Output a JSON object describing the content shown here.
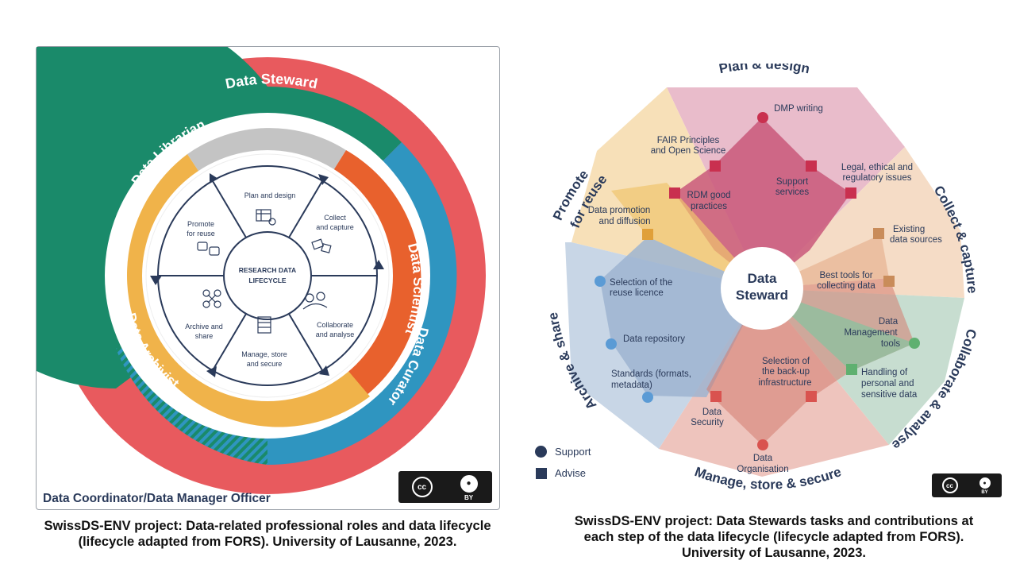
{
  "left": {
    "roles": {
      "steward": "Data Steward",
      "librarian": "Data Librarian",
      "scientist": "Data Scientist",
      "curator": "Data Curator",
      "archivist": "Data Archivist"
    },
    "center": [
      "RESEARCH DATA",
      "LIFECYCLE"
    ],
    "steps": {
      "plan": [
        "Plan and design"
      ],
      "collect": [
        "Collect",
        "and capture"
      ],
      "collaborate": [
        "Collaborate",
        "and analyse"
      ],
      "manage": [
        "Manage, store",
        "and secure"
      ],
      "archive": [
        "Archive and",
        "share"
      ],
      "promote": [
        "Promote",
        "for reuse"
      ]
    },
    "footer": "Data Coordinator/Data Manager Officer",
    "colors": {
      "steward": "#e85a5e",
      "librarian": "#1a8a6a",
      "scientist": "#e8612d",
      "curator": "#2f95c0",
      "archivist": "#f0b34a",
      "grey": "#c4c4c4",
      "navy": "#2a3a5a"
    }
  },
  "right": {
    "center": [
      "Data",
      "Steward"
    ],
    "phases": {
      "plan": "Plan & design",
      "promote": [
        "Promote",
        "for reuse"
      ],
      "collect": "Collect & capture",
      "collaborate": "Collaborate & analyse",
      "manage": "Manage, store & secure",
      "archive": "Archive & share"
    },
    "tasks": {
      "dmp": [
        "DMP writing"
      ],
      "fair": [
        "FAIR Principles",
        "and Open Science"
      ],
      "legal": [
        "Legal, ethical and",
        "regulatory issues"
      ],
      "rdm": [
        "RDM good",
        "practices"
      ],
      "support": [
        "Support",
        "services"
      ],
      "promotion": [
        "Data promotion",
        "and diffusion"
      ],
      "existing": [
        "Existing",
        "data sources"
      ],
      "besttools": [
        "Best tools for",
        "collecting data"
      ],
      "licence": [
        "Selection of the",
        "reuse licence"
      ],
      "repository": [
        "Data repository"
      ],
      "standards": [
        "Standards (formats,",
        "metadata)"
      ],
      "dmtools": [
        "Data",
        "Management",
        "tools"
      ],
      "personal": [
        "Handling of",
        "personal and",
        "sensitive data"
      ],
      "backup": [
        "Selection of",
        "the back-up",
        "infrastructure"
      ],
      "security": [
        "Data",
        "Security"
      ],
      "organisation": [
        "Data",
        "Organisation"
      ]
    },
    "legend": {
      "support": "Support",
      "advise": "Advise"
    }
  },
  "license": {
    "cc": "cc",
    "by": "BY"
  },
  "captions": {
    "left": [
      "SwissDS-ENV project: Data-related professional roles and data lifecycle",
      "(lifecycle adapted from FORS). University of Lausanne, 2023."
    ],
    "right": [
      "SwissDS-ENV project: Data Stewards tasks and contributions at",
      "each step of the data lifecycle (lifecycle adapted from FORS).",
      "University of Lausanne, 2023."
    ]
  }
}
